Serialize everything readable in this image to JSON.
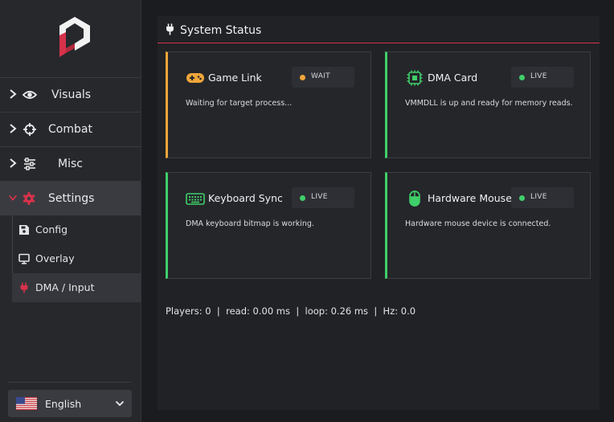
{
  "sidebar": {
    "items": [
      {
        "label": "Visuals",
        "icon": "eye-icon"
      },
      {
        "label": "Combat",
        "icon": "crosshair-icon"
      },
      {
        "label": "Misc",
        "icon": "sliders-icon"
      },
      {
        "label": "Settings",
        "icon": "gear-icon"
      }
    ],
    "subitems": [
      {
        "label": "Config",
        "icon": "save-icon"
      },
      {
        "label": "Overlay",
        "icon": "monitor-icon"
      },
      {
        "label": "DMA / Input",
        "icon": "plug-icon"
      }
    ],
    "language": {
      "label": "English",
      "icon": "us-flag-icon"
    }
  },
  "panel": {
    "title": "System Status",
    "cards": [
      {
        "title": "Game Link",
        "status": "WAIT",
        "description": "Waiting for target process...",
        "icon": "gamepad-icon"
      },
      {
        "title": "DMA Card",
        "status": "LIVE",
        "description": "VMMDLL is up and ready for memory reads.",
        "icon": "chip-icon"
      },
      {
        "title": "Keyboard Sync",
        "status": "LIVE",
        "description": "DMA keyboard bitmap is working.",
        "icon": "keyboard-icon"
      },
      {
        "title": "Hardware Mouse",
        "status": "LIVE",
        "description": "Hardware mouse device is connected.",
        "icon": "mouse-icon"
      }
    ],
    "stats": "Players: 0  |  read: 0.00 ms  |  loop: 0.26 ms  |  Hz: 0.0"
  },
  "colors": {
    "accent": "#d6324a",
    "live": "#3fcf6a",
    "wait": "#f1a63a",
    "background": "#1b1c1f",
    "sidebar": "#27282c",
    "panel": "#212226"
  }
}
